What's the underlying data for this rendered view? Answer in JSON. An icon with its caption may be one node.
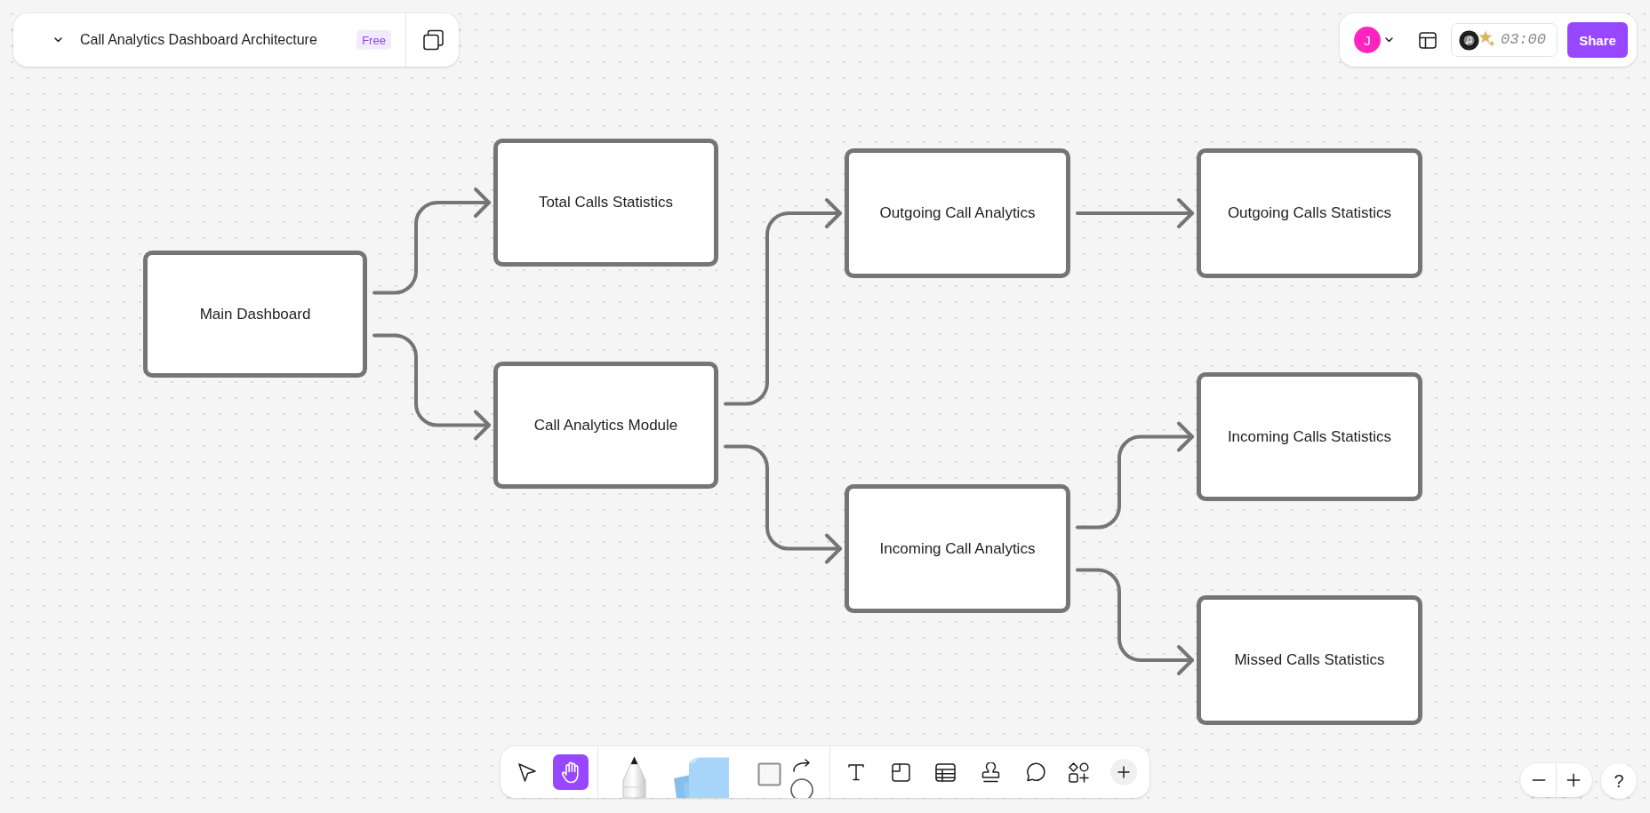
{
  "diagram": {
    "title": "Call Analytics Dashboard Architecture",
    "nodes": [
      {
        "text": [
          "Main Dashboard"
        ]
      },
      {
        "text": [
          "Total Calls Statistics"
        ]
      },
      {
        "text": [
          "Call Analytics Module"
        ]
      },
      {
        "text": [
          "Outgoing Call Analytics"
        ]
      },
      {
        "text": [
          "Outgoing Calls Statistics"
        ]
      },
      {
        "text": [
          "Incoming Call Analytics"
        ]
      },
      {
        "text": [
          "Incoming Calls Statistics"
        ]
      },
      {
        "text": [
          "Missed Calls Statistics"
        ]
      }
    ],
    "edges": [
      {
        "from": 0,
        "to": 1,
        "arrow": "to"
      },
      {
        "from": 0,
        "to": 2,
        "arrow": "to"
      },
      {
        "from": 2,
        "to": 3,
        "arrow": "to"
      },
      {
        "from": 2,
        "to": 5,
        "arrow": "to"
      },
      {
        "from": 3,
        "to": 4,
        "arrow": "to"
      },
      {
        "from": 5,
        "to": 6,
        "arrow": "to"
      },
      {
        "from": 5,
        "to": 7,
        "arrow": "to"
      }
    ],
    "labels": [
      "Free",
      "J",
      "03:00",
      "Share",
      "?"
    ]
  }
}
